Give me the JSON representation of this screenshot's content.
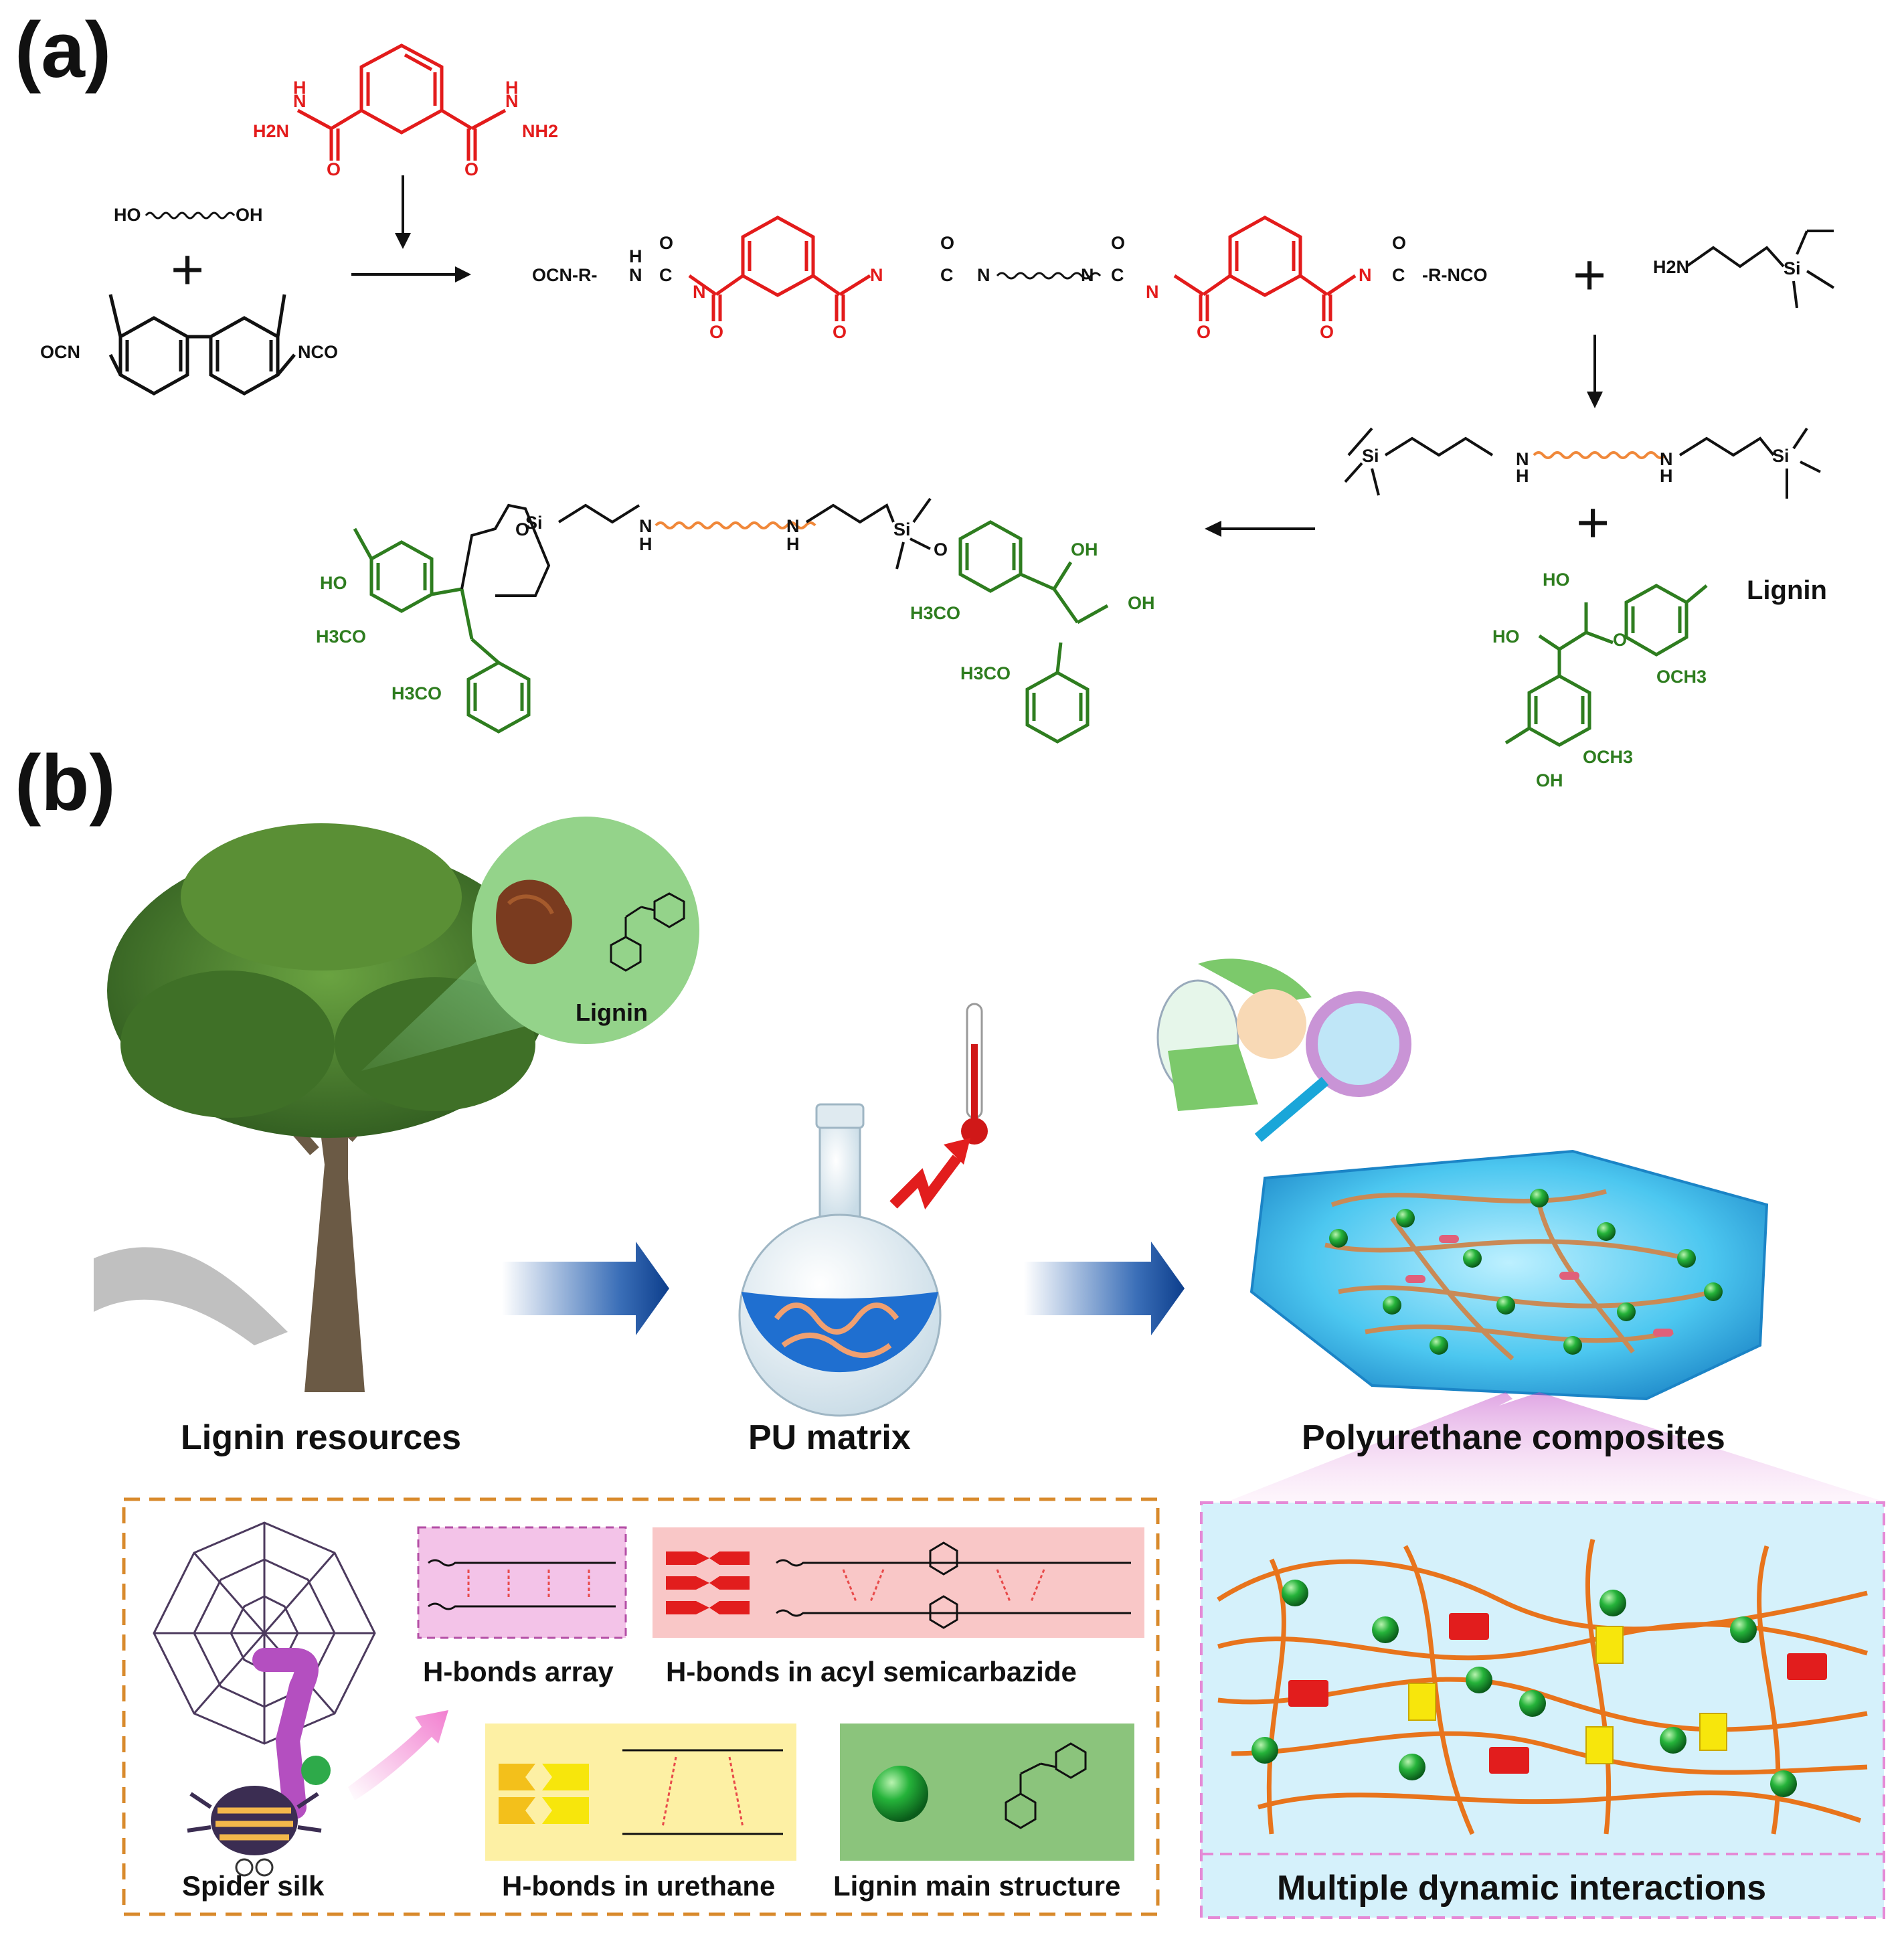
{
  "panel_a": {
    "label": "(a)",
    "lignin_label": "Lignin",
    "atoms": {
      "hydrazide_left": "H2N",
      "hydrazide_right": "NH2",
      "nh": "N",
      "h": "H",
      "o": "O",
      "diol_left": "HO",
      "diol_right": "OH",
      "ocn": "OCN",
      "nco": "NCO",
      "chain_ocn": "OCN-R-",
      "chain_end": "-R-NCO",
      "silane_h2n": "H2N",
      "si": "Si",
      "c": "C",
      "ho": "HO",
      "oh": "OH",
      "h3co": "H3CO",
      "och3": "OCH3"
    }
  },
  "panel_b": {
    "label": "(b)",
    "inset_label": "Lignin",
    "stages": [
      "Lignin resources",
      "PU matrix",
      "Polyurethane composites"
    ],
    "boxes": {
      "hbonds_array": "H-bonds array",
      "hbonds_acyl": "H-bonds in acyl semicarbazide",
      "hbonds_urethane": "H-bonds in urethane",
      "lignin_main": "Lignin main structure",
      "spider_silk": "Spider silk",
      "multiple": "Multiple dynamic interactions"
    }
  },
  "colors": {
    "red_structure": "#e31b1b",
    "green_structure": "#2e7d1f",
    "orange_chain": "#f0883a",
    "dashed_orange": "#d88a2c",
    "dashed_pink": "#e58ad6",
    "arrow_blue": "#1e4f9a",
    "bg_light_blue": "#d5f1fb"
  }
}
